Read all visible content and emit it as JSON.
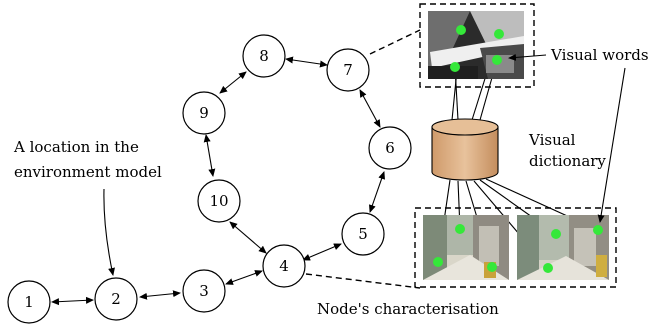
{
  "nodes": [
    "1",
    "2",
    "3",
    "4",
    "5",
    "6",
    "7",
    "8",
    "9",
    "10"
  ],
  "labels": {
    "location_line1": "A location in the",
    "location_line2": "environment model",
    "visual_words": "Visual words",
    "dictionary_line1": "Visual",
    "dictionary_line2": "dictionary",
    "characterisation": "Node's characterisation"
  },
  "colors": {
    "dictionary_fill": "#e0b890",
    "feature_point": "#35e83a"
  }
}
